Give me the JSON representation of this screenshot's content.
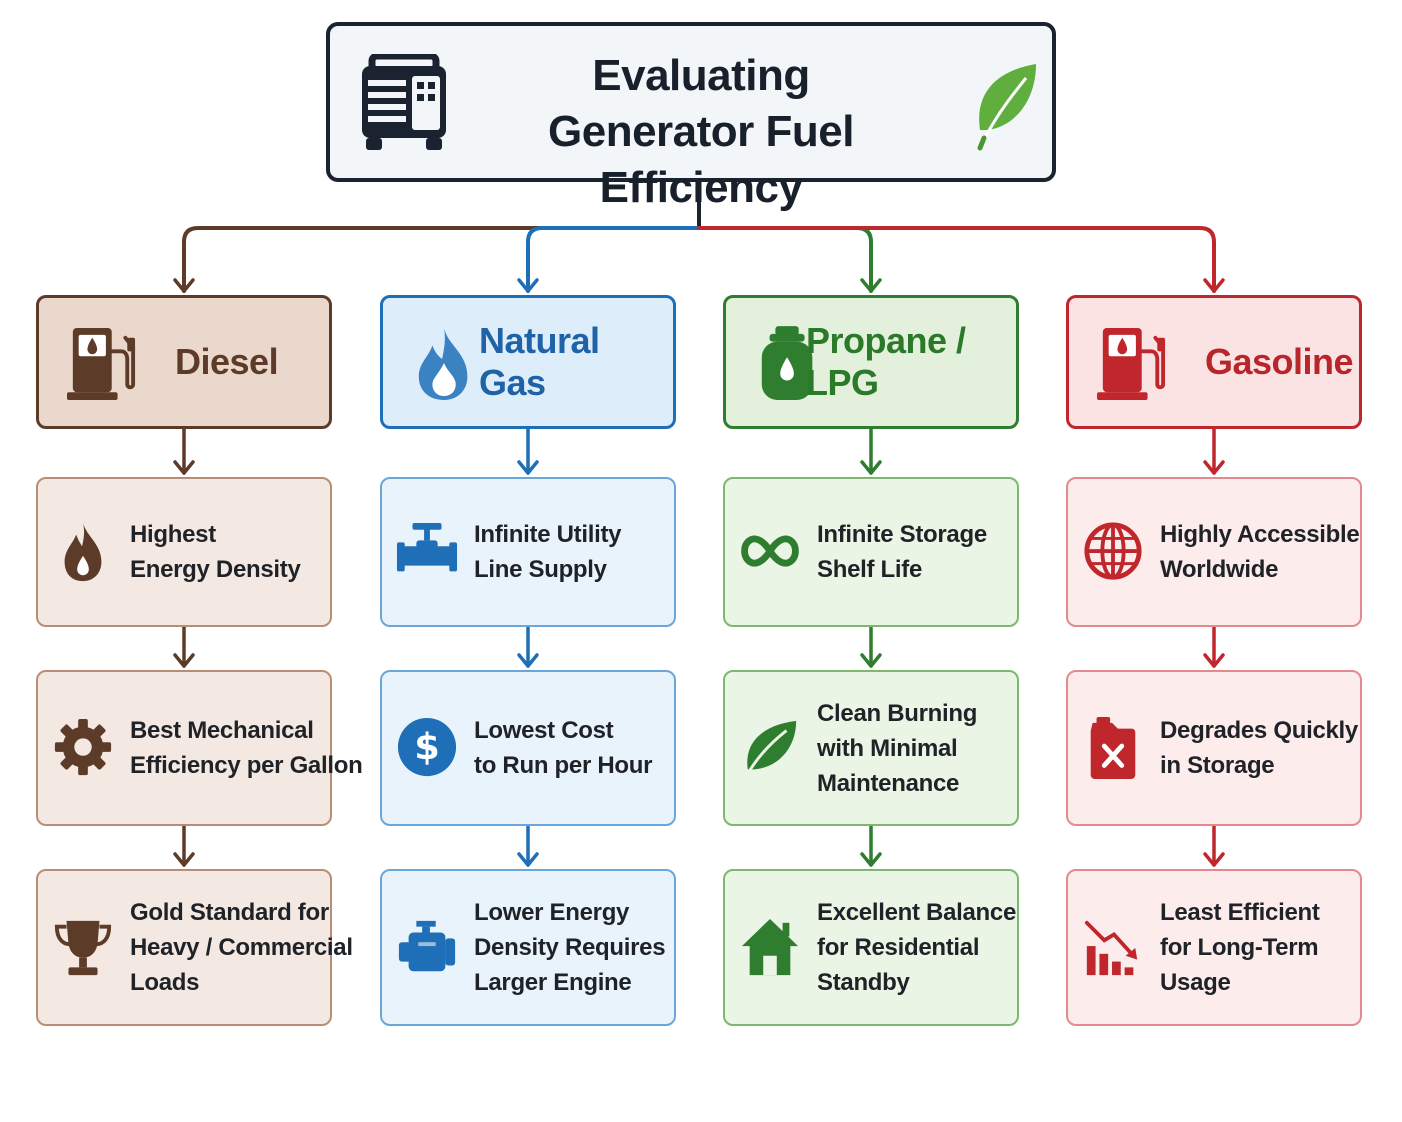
{
  "title": {
    "lines": [
      "Evaluating",
      "Generator Fuel Efficiency"
    ],
    "icons": [
      "generator-icon",
      "leaf-icon"
    ]
  },
  "colors": {
    "diesel": {
      "stroke": "#5c3b28",
      "head_fill": "#ead8cc",
      "card_fill": "#f4e9e2",
      "card_border": "#b78d77",
      "text": "#5c3b28"
    },
    "natural_gas": {
      "stroke": "#1f6fb8",
      "head_fill": "#ddeefa",
      "card_fill": "#e8f3fc",
      "card_border": "#6aa6da",
      "text": "#1f62a8"
    },
    "propane": {
      "stroke": "#2f7d2f",
      "head_fill": "#e2f0dc",
      "card_fill": "#ebf5e6",
      "card_border": "#7cb86d",
      "text": "#2a7a2a"
    },
    "gasoline": {
      "stroke": "#c0272d",
      "head_fill": "#fbe3e3",
      "card_fill": "#fcecec",
      "card_border": "#e28a8d",
      "text": "#b8262c"
    }
  },
  "columns": [
    {
      "key": "diesel",
      "label": "Diesel",
      "icon": "fuel-pump-icon",
      "items": [
        {
          "lines": [
            "Highest",
            "Energy Density"
          ],
          "icon": "flame-drop-icon"
        },
        {
          "lines": [
            "Best Mechanical",
            "Efficiency per Gallon"
          ],
          "icon": "gear-icon"
        },
        {
          "lines": [
            "Gold Standard for",
            "Heavy / Commercial",
            "Loads"
          ],
          "icon": "trophy-icon"
        }
      ]
    },
    {
      "key": "natural_gas",
      "label": "Natural Gas",
      "icon": "flame-icon",
      "items": [
        {
          "lines": [
            "Infinite Utility",
            "Line Supply"
          ],
          "icon": "pipe-valve-icon"
        },
        {
          "lines": [
            "Lowest Cost",
            "to Run per Hour"
          ],
          "icon": "dollar-icon"
        },
        {
          "lines": [
            "Lower Energy",
            "Density Requires",
            "Larger Engine"
          ],
          "icon": "engine-icon"
        }
      ]
    },
    {
      "key": "propane",
      "label": "Propane / LPG",
      "icon": "propane-tank-icon",
      "items": [
        {
          "lines": [
            "Infinite Storage",
            "Shelf Life"
          ],
          "icon": "infinity-icon"
        },
        {
          "lines": [
            "Clean Burning",
            "with Minimal",
            "Maintenance"
          ],
          "icon": "leaf-icon"
        },
        {
          "lines": [
            "Excellent Balance",
            "for Residential",
            "Standby"
          ],
          "icon": "house-icon"
        }
      ]
    },
    {
      "key": "gasoline",
      "label": "Gasoline",
      "icon": "fuel-pump-icon",
      "items": [
        {
          "lines": [
            "Highly Accessible",
            "Worldwide"
          ],
          "icon": "globe-icon"
        },
        {
          "lines": [
            "Degrades Quickly",
            "in Storage"
          ],
          "icon": "jerrycan-x-icon"
        },
        {
          "lines": [
            "Least Efficient",
            "for Long-Term",
            "Usage"
          ],
          "icon": "declining-chart-icon"
        }
      ]
    }
  ]
}
